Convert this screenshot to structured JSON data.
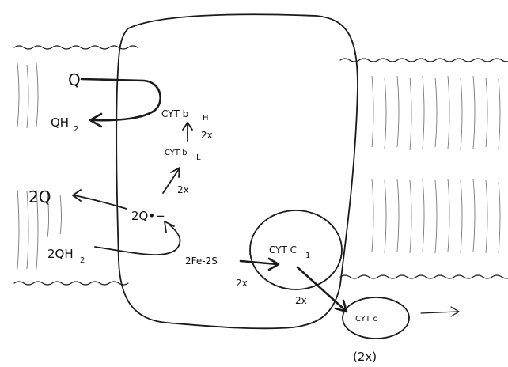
{
  "labels": {
    "q": "Q",
    "qh2": "QH",
    "qh2_sub": "2",
    "cyt_bh": "CYT b",
    "cyt_bh_sub": "H",
    "two_x_1": "2x",
    "cyt_bl": "CYT b",
    "cyt_bl_sub": "L",
    "two_x_2": "2x",
    "two_q": "2Q",
    "two_q_radical": "2Q•−",
    "two_qh2": "2QH",
    "two_qh2_sub": "2",
    "fe_s": "2Fe-2S",
    "cyt_c1": "CYT C",
    "cyt_c1_sub": "1",
    "two_x_3": "2x",
    "two_x_4": "2x",
    "cyt_c": "CYT c",
    "two_x_paren": "(2x)"
  }
}
